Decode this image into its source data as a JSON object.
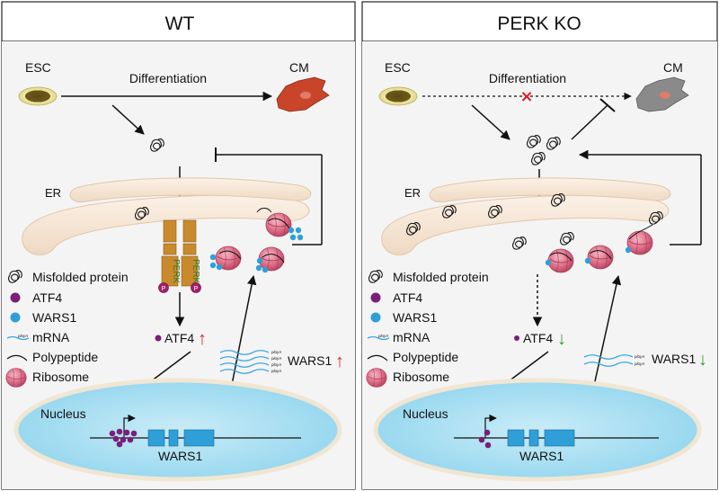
{
  "panels": [
    {
      "title": "WT",
      "esc": "ESC",
      "cm": "CM",
      "differentiation": "Differentiation",
      "er": "ER",
      "perk_label": "PERK",
      "perk_p": "P",
      "atf4": "ATF4",
      "atf4_arrow": "↑",
      "wars1_mrna": "WARS1",
      "wars1_arrow": "↑",
      "nucleus": "Nucleus",
      "gene": "WARS1",
      "ploya": "ployA"
    },
    {
      "title": "PERK KO",
      "esc": "ESC",
      "cm": "CM",
      "differentiation": "Differentiation",
      "er": "ER",
      "atf4": "ATF4",
      "atf4_arrow": "↓",
      "wars1_mrna": "WARS1",
      "wars1_arrow": "↓",
      "nucleus": "Nucleus",
      "gene": "WARS1",
      "ploya": "ployA"
    }
  ],
  "legend": {
    "misfolded": "Misfolded protein",
    "atf4": "ATF4",
    "wars1": "WARS1",
    "mrna": "mRNA",
    "polypeptide": "Polypeptide",
    "ribosome": "Ribosome",
    "ploya": "ployA"
  },
  "colors": {
    "up": "#e02020",
    "down": "#2ea02e",
    "atf4": "#7a1e7a",
    "wars1": "#2f9fd8",
    "mrna": "#3aa8e0",
    "ribosome": "#d9607a",
    "cm_wt": "#c8452a",
    "cm_ko": "#8a8a8a",
    "esc": "#6b5a1e",
    "perk": "#c98a2e"
  }
}
